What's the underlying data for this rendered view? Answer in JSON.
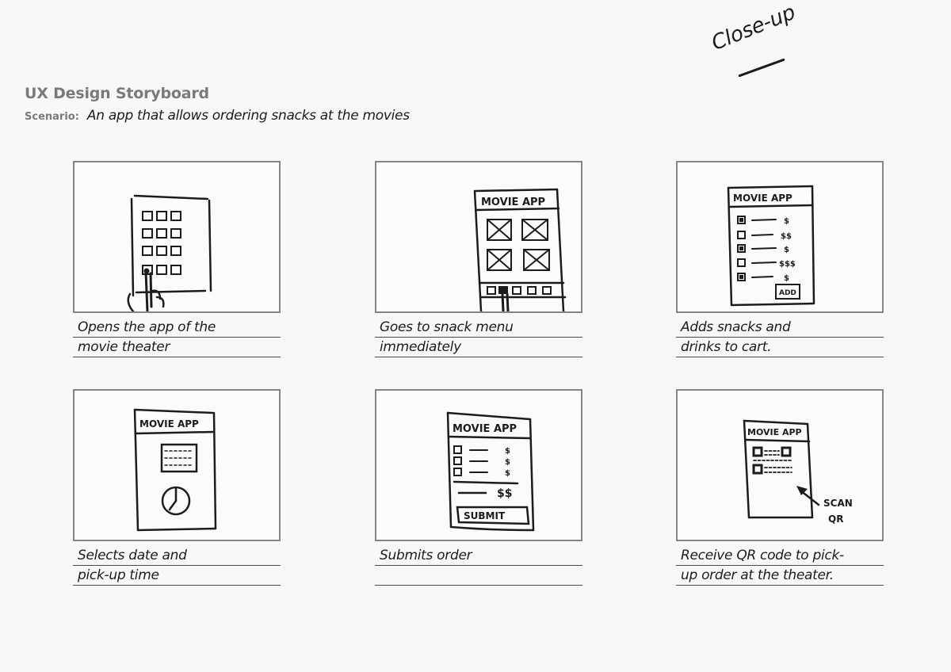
{
  "header": {
    "title": "UX Design Storyboard",
    "scenario_label": "Scenario:",
    "scenario_text": "An app that allows ordering snacks at the movies"
  },
  "annotation": {
    "shot_type": "Close-up"
  },
  "colors": {
    "paper": "#f8f8f7",
    "frame_border": "#858585",
    "ink": "#1c1c1c",
    "title_gray": "#7a7a7a"
  },
  "panels": [
    {
      "id": 1,
      "caption_line1": "Opens the app of the",
      "caption_line2": "movie theater",
      "sketch": "phone-home-screen-app-grid-tap"
    },
    {
      "id": 2,
      "caption_line1": "Goes to snack menu",
      "caption_line2": "immediately",
      "sketch": "movie-app-image-grid-tab-bar-tap",
      "app_title": "MOVIE APP"
    },
    {
      "id": 3,
      "caption_line1": "Adds snacks and",
      "caption_line2": "drinks to cart.",
      "sketch": "snack-checklist-with-prices",
      "app_title": "MOVIE APP",
      "items": [
        {
          "checked": true,
          "price": "$"
        },
        {
          "checked": false,
          "price": "$$"
        },
        {
          "checked": true,
          "price": "$"
        },
        {
          "checked": false,
          "price": "$$$"
        },
        {
          "checked": true,
          "price": "$"
        }
      ],
      "button_label": "ADD"
    },
    {
      "id": 4,
      "caption_line1": "Selects date and",
      "caption_line2": "pick-up time",
      "sketch": "calendar-and-clock",
      "app_title": "MOVIE APP"
    },
    {
      "id": 5,
      "caption_line1": "Submits order",
      "caption_line2": "",
      "sketch": "order-summary-submit",
      "app_title": "MOVIE APP",
      "items": [
        {
          "price": "$"
        },
        {
          "price": "$"
        },
        {
          "price": "$"
        }
      ],
      "total": "$$",
      "button_label": "SUBMIT"
    },
    {
      "id": 6,
      "caption_line1": "Receive QR code to pick-",
      "caption_line2": "up order at the theater.",
      "sketch": "qr-code-screen",
      "app_title": "MOVIE APP",
      "pointer_label_line1": "SCAN",
      "pointer_label_line2": "QR"
    }
  ]
}
